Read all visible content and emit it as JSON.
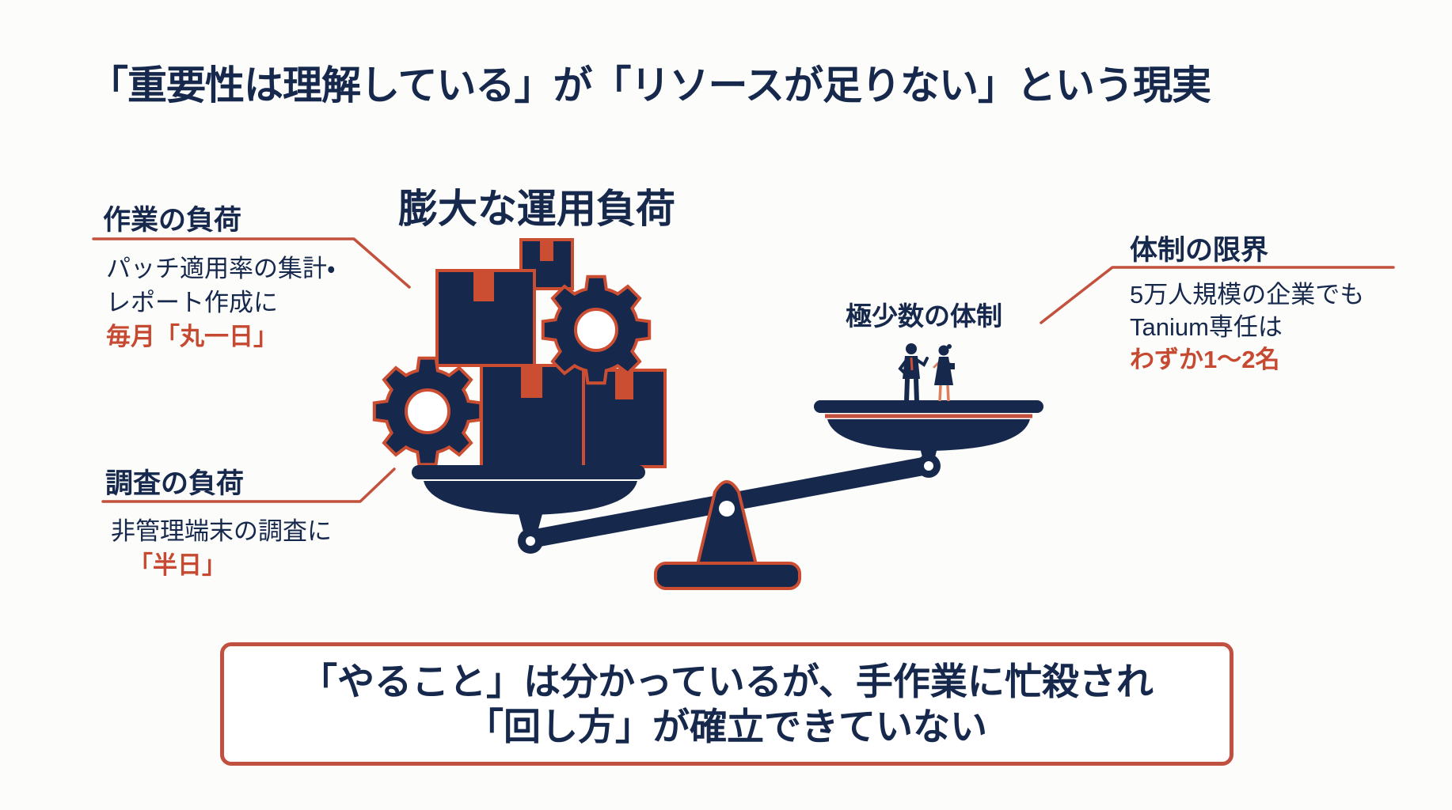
{
  "slide": {
    "title": "「重要性は理解している」が「リソースが足りない」という現実",
    "pile_heading": "膨大な運用負荷",
    "team_size_label": "極少数の体制",
    "callouts": {
      "work": {
        "title": "作業の負荷",
        "line1": "パッチ適用率の集計・",
        "line2": "レポート作成に",
        "highlight": "毎月「丸一日」"
      },
      "survey": {
        "title": "調査の負荷",
        "line1": "非管理端末の調査に",
        "highlight": "「半日」"
      },
      "team": {
        "title": "体制の限界",
        "line1": "5万人規模の企業でも",
        "line2": "Tanium専任は",
        "highlight": "わずか1〜2名"
      }
    },
    "conclusion": {
      "line1": "「やること」は分かっているが、手作業に忙殺され",
      "line2": "「回し方」が確立できていない"
    },
    "colors": {
      "navy": "#16284c",
      "red": "#c64a32",
      "line_red": "#c2523e",
      "stroke": "#cb4e33",
      "box_border": "#c05140",
      "background": "#fcfcfa",
      "skin": "#dd7f5e",
      "white": "#ffffff"
    }
  }
}
